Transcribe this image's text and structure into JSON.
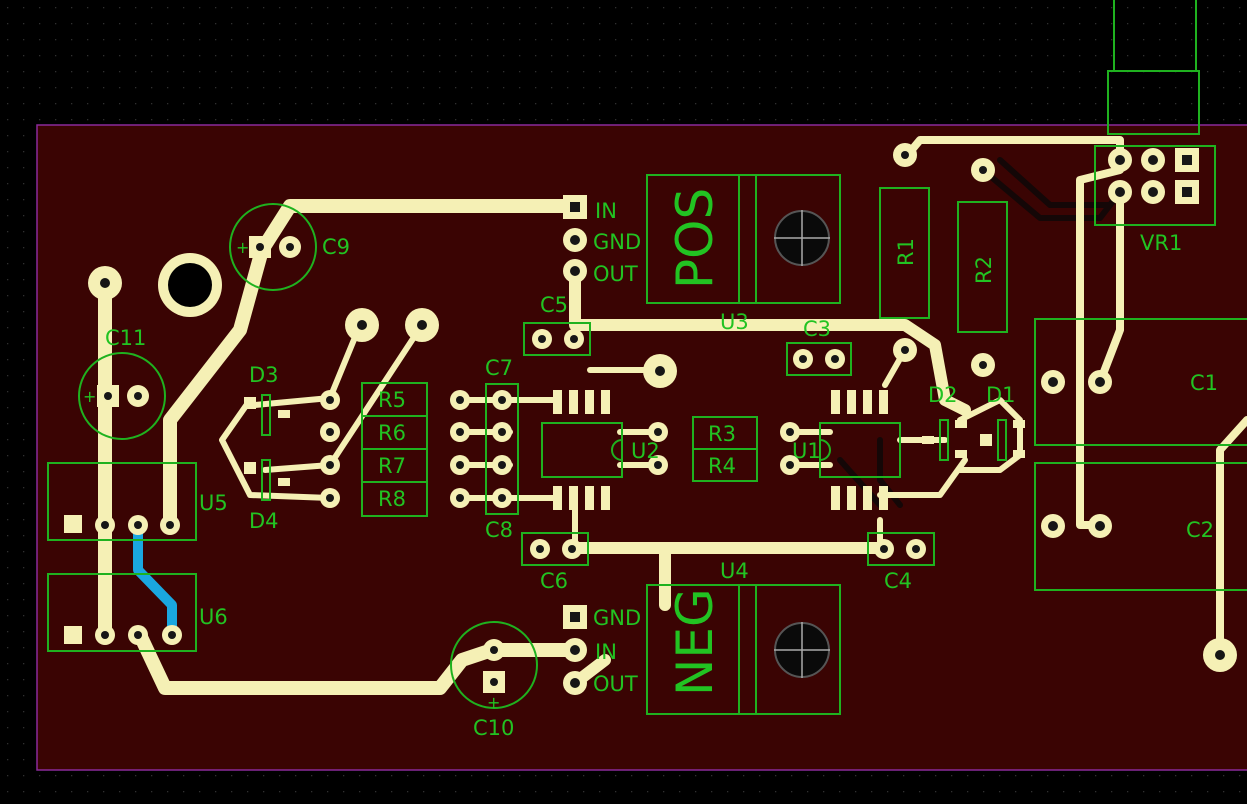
{
  "board": {
    "background": "#000000",
    "board_color": "#3a0403",
    "outline_color": "#8b2a9b",
    "silkscreen_color": "#22c322",
    "copper_color": "#f5f0b5",
    "bottom_copper_color": "#1aa7e0",
    "dark_trace_color": "#140707"
  },
  "labels": {
    "c1": "C1",
    "c2": "C2",
    "c3": "C3",
    "c4": "C4",
    "c5": "C5",
    "c6": "C6",
    "c7": "C7",
    "c8": "C8",
    "c9": "C9",
    "c10": "C10",
    "c11": "C11",
    "d1": "D1",
    "d2": "D2",
    "d3": "D3",
    "d4": "D4",
    "r1": "R1",
    "r2": "R2",
    "r3": "R3",
    "r4": "R4",
    "r5": "R5",
    "r6": "R6",
    "r7": "R7",
    "r8": "R8",
    "u1": "U1",
    "u2": "U2",
    "u3": "U3",
    "u4": "U4",
    "u5": "U5",
    "u6": "U6",
    "vr1": "VR1",
    "pos": "POS",
    "neg": "NEG",
    "in_top": "IN",
    "gnd_top": "GND",
    "out_top": "OUT",
    "gnd_bot": "GND",
    "in_bot": "IN",
    "out_bot": "OUT",
    "plus": "+"
  }
}
